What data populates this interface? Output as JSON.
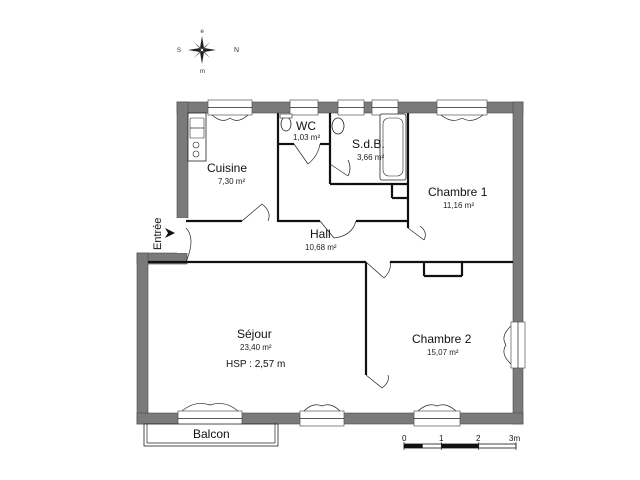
{
  "compass": {
    "north": "N",
    "south": "S",
    "east": "e",
    "west": "m"
  },
  "entrance_label": "Entrée",
  "rooms": {
    "kitchen": {
      "name": "Cuisine",
      "area": "7,30 m²"
    },
    "wc": {
      "name": "WC",
      "area": "1,03 m²"
    },
    "bathroom": {
      "name": "S.d.B.",
      "area": "3,66 m²"
    },
    "bedroom1": {
      "name": "Chambre 1",
      "area": "11,16 m²"
    },
    "hall": {
      "name": "Hall",
      "area": "10,68 m²"
    },
    "living": {
      "name": "Séjour",
      "area": "23,40 m²",
      "ceiling": "HSP : 2,57 m"
    },
    "bedroom2": {
      "name": "Chambre 2",
      "area": "15,07 m²"
    },
    "balcony": {
      "name": "Balcon"
    }
  },
  "scale": {
    "ticks": [
      "0",
      "1",
      "2",
      "3m"
    ]
  },
  "colors": {
    "wall": "#7a7a7a",
    "line": "#111111",
    "background": "#ffffff"
  }
}
